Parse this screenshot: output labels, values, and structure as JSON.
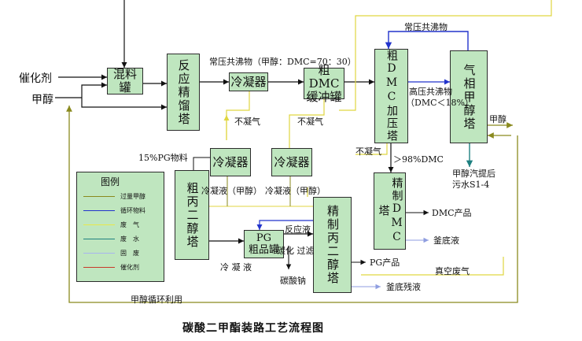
{
  "title": "碳酸二甲酯装路工艺流程图",
  "boxes": {
    "mixing_tank": "混料罐",
    "reaction_tower": "反应精馏塔",
    "condenser_1": "冷凝器",
    "crude_dmc_buffer": "粗DMC\n缓冲罐",
    "crude_dmc_column": "粗DMC加压塔",
    "gas_methanol_column": "气相甲醇塔",
    "condenser_2": "冷凝器",
    "condenser_3": "冷凝器",
    "crude_pg_column": "粗丙二醇塔",
    "pg_crude_tank": "PG\n粗品罐",
    "refined_pg_column": "精制丙二醇塔",
    "refined_dmc_column": "精制DMC塔"
  },
  "labels": {
    "catalyst": "催化剂",
    "methanol_in": "甲醇",
    "azeotrope_ratio": "常压共沸物（甲醇：DMC=70：30）",
    "azeotrope_top": "常压共沸物",
    "high_pressure_azeotrope_1": "高压共沸物",
    "high_pressure_azeotrope_2": "（DMC＜18%）",
    "non_condensable_1": "不凝气",
    "non_condensable_2": "不凝气",
    "non_condensable_3": "不凝气",
    "dmc_98": "＞98%DMC",
    "pg_material": "15%PG物料",
    "condensate_1": "冷凝液（甲醇）",
    "condensate_2": "冷凝液（甲醇）",
    "condensate_3": "冷\n凝\n液",
    "reaction_liquid": "反应液",
    "filtration": "碳化 过滤",
    "sodium_carbonate": "碳酸钠",
    "pg_product": "PG产品",
    "kettle_residue": "釜底残液",
    "dmc_product": "DMC产品",
    "kettle_liquid": "釜底液",
    "vacuum_waste_gas": "真空废气",
    "methanol_out": "甲醇",
    "stripped_wastewater_1": "甲醇汽提后",
    "stripped_wastewater_2": "污水S1-4",
    "methanol_recycle": "甲醇循环利用"
  },
  "legend": {
    "title": "图例",
    "items": [
      {
        "label": "过量甲醇",
        "color": "#8a8a1e"
      },
      {
        "label": "循环物料",
        "color": "#2233cc"
      },
      {
        "label": "废　气",
        "color": "#e8e84a"
      },
      {
        "label": "废　水",
        "color": "#1e8080"
      },
      {
        "label": "固　废",
        "color": "#a8b4ee"
      },
      {
        "label": "催化剂",
        "color": "#c83a2a"
      }
    ]
  }
}
